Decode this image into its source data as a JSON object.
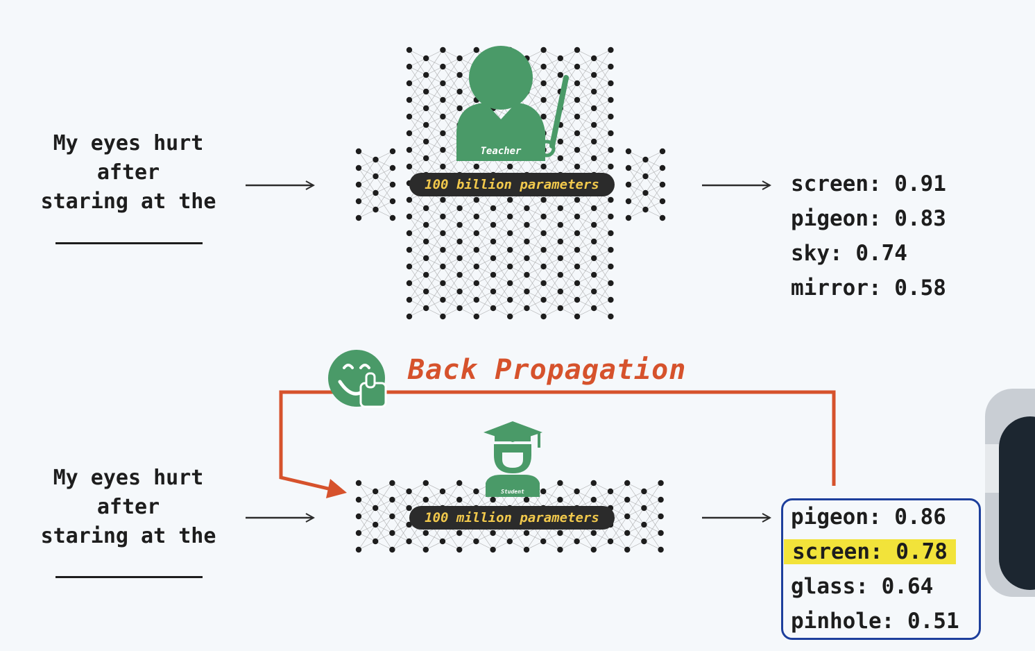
{
  "teacher": {
    "prompt": "My eyes hurt\nafter\nstaring at the",
    "icon_label": "Teacher",
    "params_label": "100 billion parameters",
    "outputs": [
      {
        "text": "screen: 0.91"
      },
      {
        "text": "pigeon: 0.83"
      },
      {
        "text": "sky: 0.74"
      },
      {
        "text": "mirror: 0.58"
      }
    ]
  },
  "student": {
    "prompt": "My eyes hurt\nafter\nstaring at the",
    "icon_label": "Student",
    "params_label": "100 million parameters",
    "outputs": [
      {
        "text": "pigeon: 0.86",
        "highlight": false
      },
      {
        "text": "screen: 0.78",
        "highlight": true
      },
      {
        "text": "glass: 0.64",
        "highlight": false
      },
      {
        "text": "pinhole: 0.51",
        "highlight": false
      }
    ]
  },
  "feedback": {
    "label": "Back Propagation",
    "icon": "smiley-thumbs-up-icon"
  },
  "colors": {
    "green": "#4a9a68",
    "orange": "#d6522c",
    "dark": "#2b2b2b",
    "highlight": "#f2e33a",
    "box_border": "#1d3f9c"
  }
}
